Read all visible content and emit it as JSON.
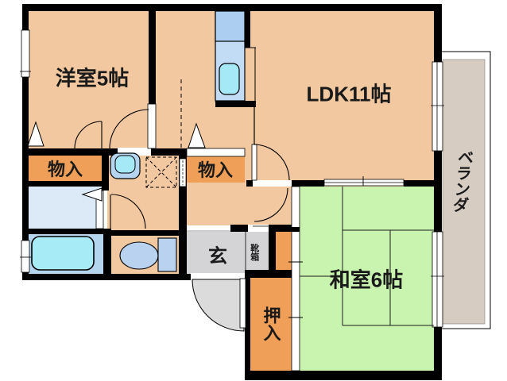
{
  "floor_plan": {
    "type": "apartment-floor-plan",
    "labels": {
      "western_room": "洋室5帖",
      "ldk": "LDK11帖",
      "japanese_room": "和室6帖",
      "storage1": "物入",
      "storage2": "物入",
      "entrance": "玄",
      "shoe_box": "靴箱",
      "closet": "押入",
      "veranda": "ベランダ"
    },
    "colors": {
      "room_peach": "#F2C8A0",
      "storage_orange": "#F09F58",
      "tatami_green": "#C8F4B0",
      "entrance_gray": "#D4D4D7",
      "veranda_tan": "#D6CCC2",
      "water_cyan": "#A6E9F6",
      "fixture_blue": "#B9D2F0",
      "bathroom_blue": "#B3D6EE",
      "changing_room_blue": "#DCEAF7",
      "kitchen_counter_blue": "#C3DCF5",
      "wall_black": "#000000",
      "door_swing_gray": "#DBDBDB"
    },
    "fixtures": [
      "kitchen-sink",
      "wash-basin",
      "washing-machine-area",
      "bathtub",
      "toilet"
    ]
  }
}
